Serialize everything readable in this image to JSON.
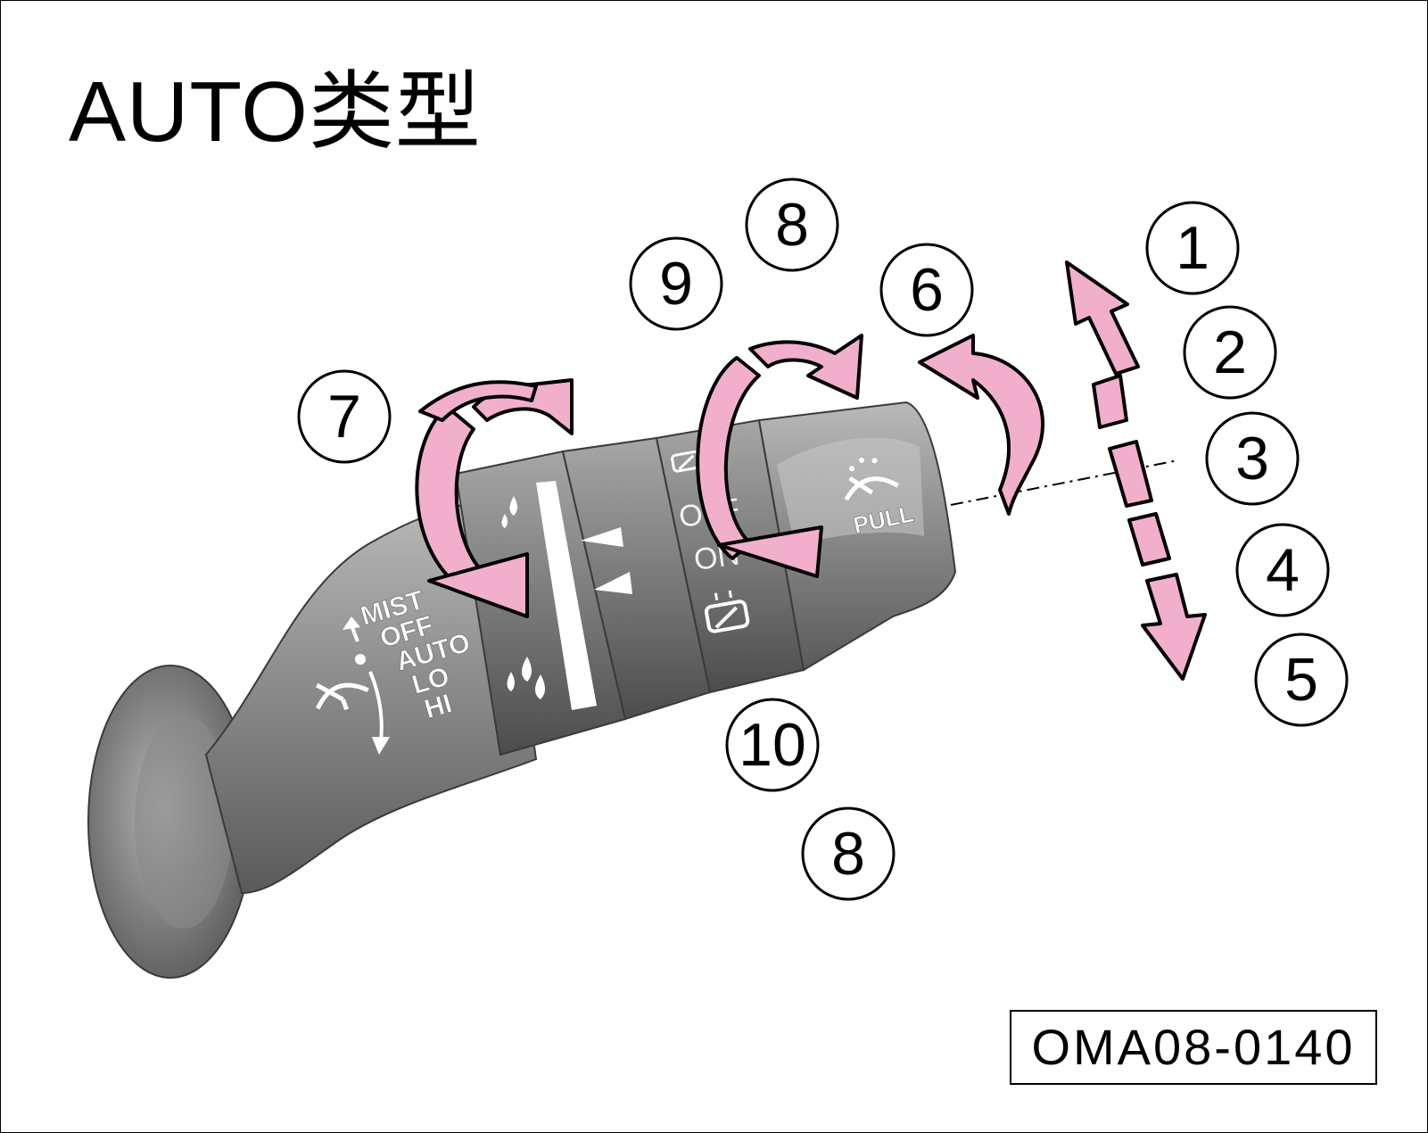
{
  "title": "AUTO类型",
  "figure_code": "OMA08-0140",
  "lever_labels": {
    "modes": [
      "MIST",
      "OFF",
      "AUTO",
      "LO",
      "HI"
    ],
    "end_knob": "PULL",
    "rear_ring": [
      "OFF",
      "ON"
    ]
  },
  "callouts": {
    "c1": "1",
    "c2": "2",
    "c3": "3",
    "c4": "4",
    "c5": "5",
    "c6": "6",
    "c7": "7",
    "c8_top": "8",
    "c9": "9",
    "c10": "10",
    "c8_bottom": "8"
  },
  "colors": {
    "arrow_fill": "#f1afcb",
    "lever_body": "#8a8a8a",
    "outline": "#000000"
  },
  "icons": [
    "wiper-icon",
    "rain-drop-icon",
    "rear-wiper-icon",
    "washer-icon",
    "triangle-marker-icon"
  ]
}
